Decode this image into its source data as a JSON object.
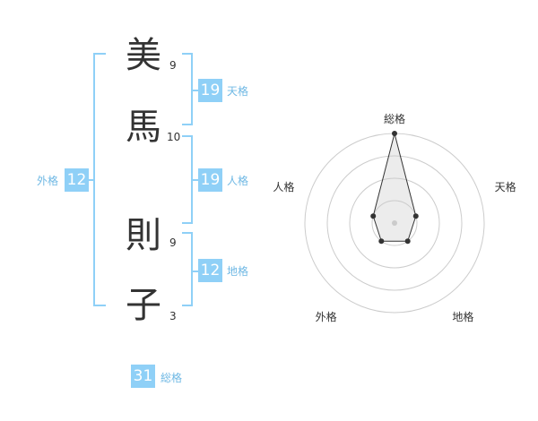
{
  "name_chars": [
    {
      "char": "美",
      "strokes": "9"
    },
    {
      "char": "馬",
      "strokes": "10"
    },
    {
      "char": "則",
      "strokes": "9"
    },
    {
      "char": "子",
      "strokes": "3"
    }
  ],
  "fortunes": {
    "tenkaku": {
      "value": "19",
      "label": "天格"
    },
    "jinkaku": {
      "value": "19",
      "label": "人格"
    },
    "chikaku": {
      "value": "12",
      "label": "地格"
    },
    "gaikaku": {
      "value": "12",
      "label": "外格"
    },
    "soukaku": {
      "value": "31",
      "label": "総格"
    }
  },
  "colors": {
    "accent": "#8fd0f7",
    "accent_text": "#6fb8e4",
    "text": "#333333"
  },
  "chart_data": {
    "type": "radar",
    "axes": [
      "総格",
      "天格",
      "地格",
      "外格",
      "人格"
    ],
    "values": [
      4,
      1,
      1,
      1,
      1
    ],
    "max": 4,
    "rings": 4
  }
}
